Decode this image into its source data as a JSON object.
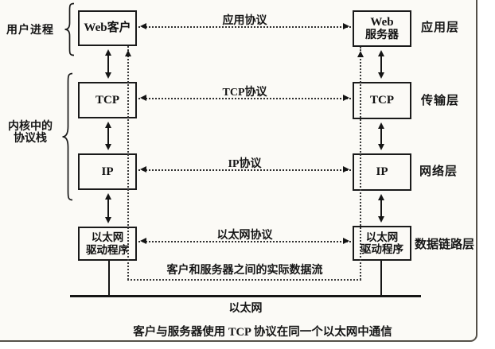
{
  "colors": {
    "ink": "#1a1a1a",
    "dotted_line": "#3a3a3a",
    "frame_border": "#555049",
    "paper_background": "#fbfaf6"
  },
  "left_annotations": {
    "user_process": "用户进程",
    "kernel_line1": "内核中的",
    "kernel_line2": "协议栈"
  },
  "client": {
    "app": "Web客户",
    "tcp": "TCP",
    "ip": "IP",
    "driver_line1": "以太网",
    "driver_line2": "驱动程序"
  },
  "server": {
    "app_line1": "Web",
    "app_line2": "服务器",
    "tcp": "TCP",
    "ip": "IP",
    "driver_line1": "以太网",
    "driver_line2": "驱动程序"
  },
  "layers": {
    "application": "应用层",
    "transport": "传输层",
    "network": "网络层",
    "data_link": "数据链路层"
  },
  "protocols": {
    "application": "应用协议",
    "tcp": "TCP协议",
    "ip": "IP协议",
    "ethernet": "以太网协议"
  },
  "flow_label": "客户和服务器之间的实际数据流",
  "ethernet_bus_label": "以太网",
  "caption": "客户与服务器使用 TCP 协议在同一个以太网中通信"
}
